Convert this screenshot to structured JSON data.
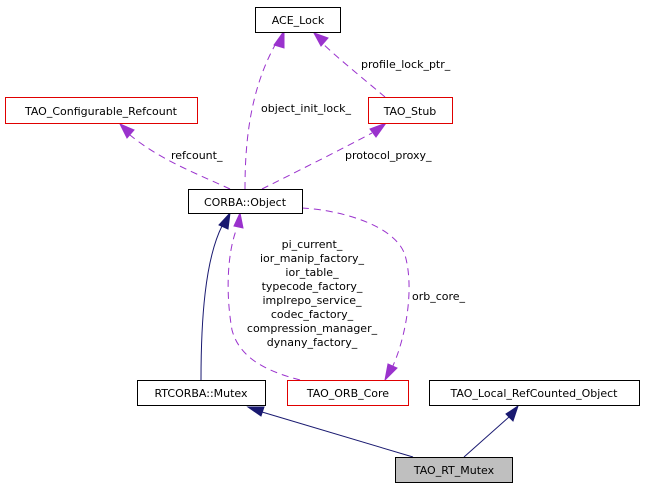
{
  "colors": {
    "normal_border": "#000000",
    "incomplete_border": "#e00000",
    "focus_fill": "#bfbfbf",
    "inheritance_edge": "#191970",
    "usage_edge": "#9a32cd"
  },
  "nodes": {
    "ace_lock": {
      "label": "ACE_Lock",
      "style": "normal"
    },
    "tao_configurable_refcount": {
      "label": "TAO_Configurable_Refcount",
      "style": "incomplete"
    },
    "tao_stub": {
      "label": "TAO_Stub",
      "style": "incomplete"
    },
    "corba_object": {
      "label": "CORBA::Object",
      "style": "normal"
    },
    "rtcorba_mutex": {
      "label": "RTCORBA::Mutex",
      "style": "normal"
    },
    "tao_orb_core": {
      "label": "TAO_ORB_Core",
      "style": "incomplete"
    },
    "tao_local_refcounted_object": {
      "label": "TAO_Local_RefCounted_Object",
      "style": "normal"
    },
    "tao_rt_mutex": {
      "label": "TAO_RT_Mutex",
      "style": "focus"
    }
  },
  "edges": {
    "object_init_lock": {
      "from": "corba_object",
      "to": "ace_lock",
      "type": "usage",
      "labels": [
        "object_init_lock_"
      ]
    },
    "profile_lock_ptr": {
      "from": "tao_stub",
      "to": "ace_lock",
      "type": "usage",
      "labels": [
        "profile_lock_ptr_"
      ]
    },
    "refcount": {
      "from": "corba_object",
      "to": "tao_configurable_refcount",
      "type": "usage",
      "labels": [
        "refcount_"
      ]
    },
    "protocol_proxy": {
      "from": "corba_object",
      "to": "tao_stub",
      "type": "usage",
      "labels": [
        "protocol_proxy_"
      ]
    },
    "orb_core": {
      "from": "corba_object",
      "to": "tao_orb_core",
      "type": "usage",
      "labels": [
        "orb_core_"
      ]
    },
    "orb_core_members": {
      "from": "tao_orb_core",
      "to": "corba_object",
      "type": "usage",
      "labels": [
        "pi_current_",
        "ior_manip_factory_",
        "ior_table_",
        "typecode_factory_",
        "implrepo_service_",
        "codec_factory_",
        "compression_manager_",
        "dynany_factory_"
      ]
    },
    "inherit_corba": {
      "from": "rtcorba_mutex",
      "to": "corba_object",
      "type": "inheritance",
      "labels": []
    },
    "inherit_rtcorba_mutex": {
      "from": "tao_rt_mutex",
      "to": "rtcorba_mutex",
      "type": "inheritance",
      "labels": []
    },
    "inherit_local_refcounted": {
      "from": "tao_rt_mutex",
      "to": "tao_local_refcounted_object",
      "type": "inheritance",
      "labels": []
    }
  }
}
